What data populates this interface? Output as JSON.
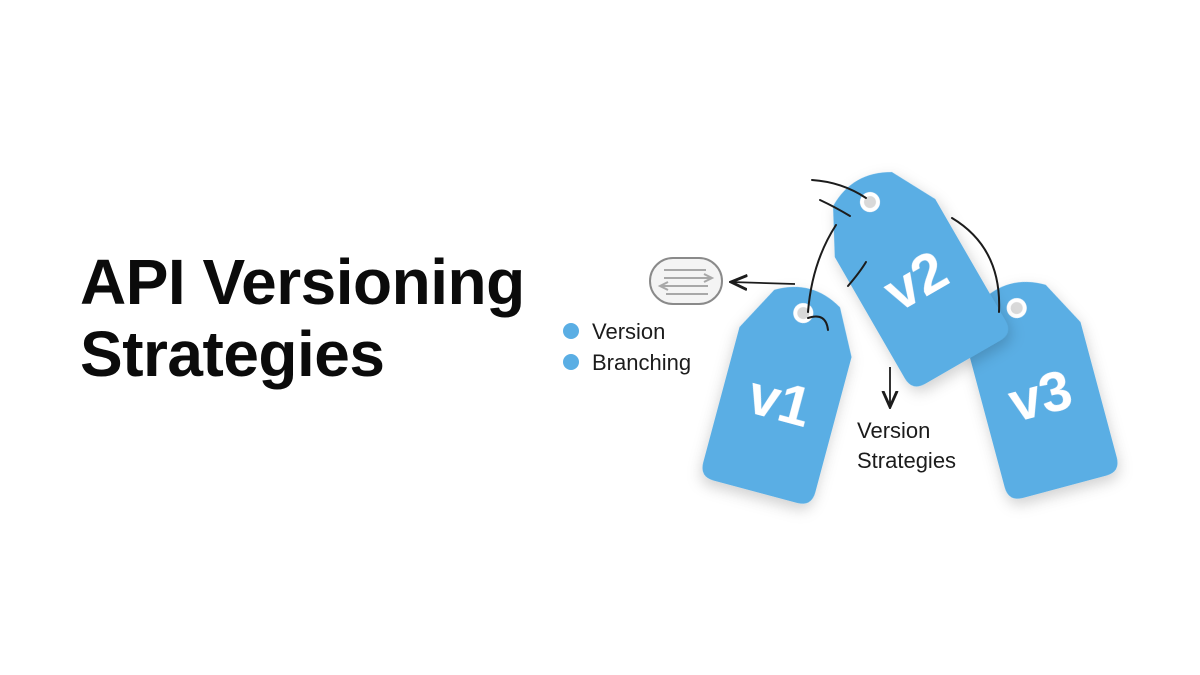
{
  "title": {
    "line1": "API Versioning",
    "line2": "Strategies"
  },
  "legend": [
    {
      "label": "Version",
      "color": "#5aaee4"
    },
    {
      "label": "Branching",
      "color": "#5aaee4"
    }
  ],
  "tags": [
    {
      "label": "v1",
      "color": "#5aaee4"
    },
    {
      "label": "v2",
      "color": "#5aaee4"
    },
    {
      "label": "v3",
      "color": "#5aaee4"
    }
  ],
  "annotation": {
    "line1": "Version",
    "line2": "Strategies"
  },
  "icons": {
    "branch_icon": "swap-arrows-icon"
  },
  "colors": {
    "tag": "#5aaee4",
    "text": "#0b0b0b"
  }
}
